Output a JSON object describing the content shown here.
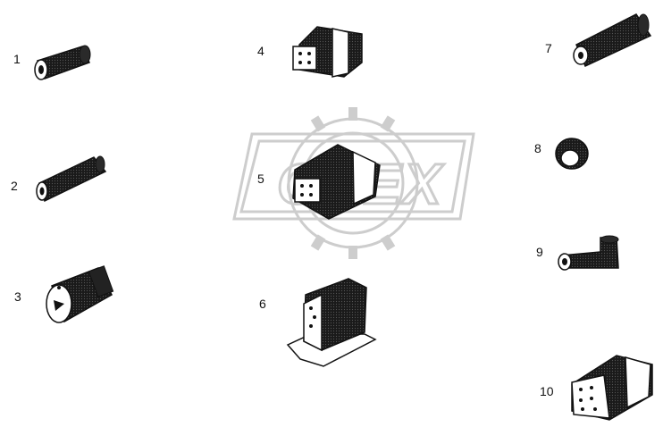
{
  "callouts": {
    "n1": "1",
    "n2": "2",
    "n3": "3",
    "n4": "4",
    "n5": "5",
    "n6": "6",
    "n7": "7",
    "n8": "8",
    "n9": "9",
    "n10": "10"
  },
  "watermark": {
    "text": "OPEX"
  },
  "colors": {
    "ink": "#111111",
    "watermark": "#c8c8c8",
    "fill": "#2a2a2a"
  }
}
